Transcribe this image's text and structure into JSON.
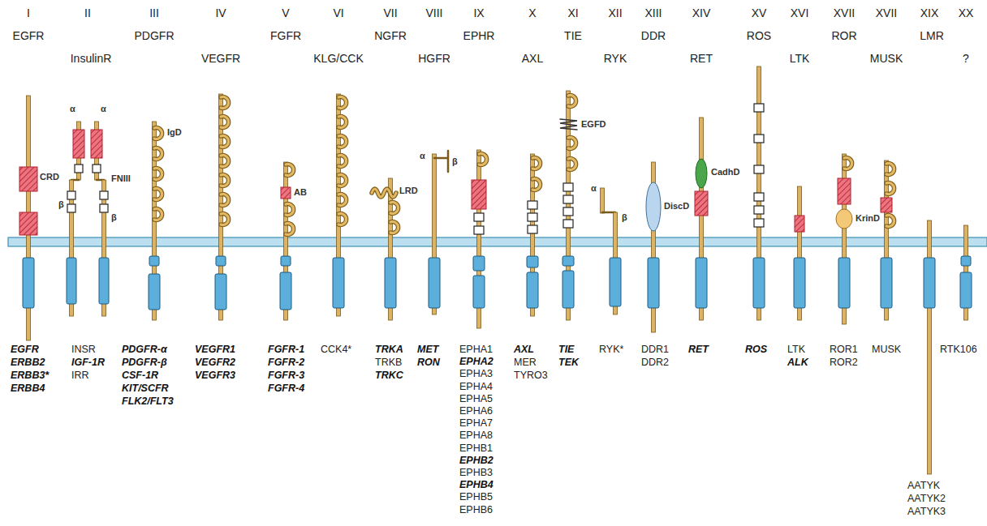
{
  "diagram": {
    "labels": [
      "I",
      "II",
      "III",
      "IV",
      "V",
      "VI",
      "VII",
      "VIII",
      "IX",
      "X",
      "XI",
      "XII",
      "XIII",
      "XIV",
      "XV",
      "XVI",
      "XVII",
      "XVII",
      "XIX",
      "XX",
      "EGFR",
      "PDGFR",
      "FGFR",
      "NGFR",
      "EPHR",
      "TIE",
      "DDR",
      "ROS",
      "ROR",
      "LMR",
      "InsulinR",
      "VEGFR",
      "KLG/CCK",
      "HGFR",
      "AXL",
      "RYK",
      "RET",
      "LTK",
      "MUSK",
      "?",
      "CRD",
      "α",
      "α",
      "β",
      "FNIII",
      "β",
      "IgD",
      "AB",
      "LRD",
      "α",
      "β",
      "EGFD",
      "α",
      "β",
      "DiscD",
      "CadhD",
      "KrinD",
      "EGFR",
      "ERBB2",
      "ERBB3*",
      "ERBB4",
      "INSR",
      "IGF-1R",
      "IRR",
      "PDGFR-α",
      "PDGFR-β",
      "CSF-1R",
      "KIT/SCFR",
      "FLK2/FLT3",
      "VEGFR1",
      "VEGFR2",
      "VEGFR3",
      "FGFR-1",
      "FGFR-2",
      "FGFR-3",
      "FGFR-4",
      "CCK4*",
      "TRKA",
      "TRKB",
      "TRKC",
      "MET",
      "RON",
      "EPHA1",
      "EPHA2",
      "EPHA3",
      "EPHA4",
      "EPHA5",
      "EPHA6",
      "EPHA7",
      "EPHA8",
      "EPHB1",
      "EPHB2",
      "EPHB3",
      "EPHB4",
      "EPHB5",
      "EPHB6",
      "AXL",
      "MER",
      "TYRO3",
      "TIE",
      "TEK",
      "RYK*",
      "DDR1",
      "DDR2",
      "RET",
      "ROS",
      "LTK",
      "ALK",
      "ROR1",
      "ROR2",
      "MUSK",
      "RTK106",
      "AATYK",
      "AATYK2",
      "AATYK3"
    ]
  }
}
